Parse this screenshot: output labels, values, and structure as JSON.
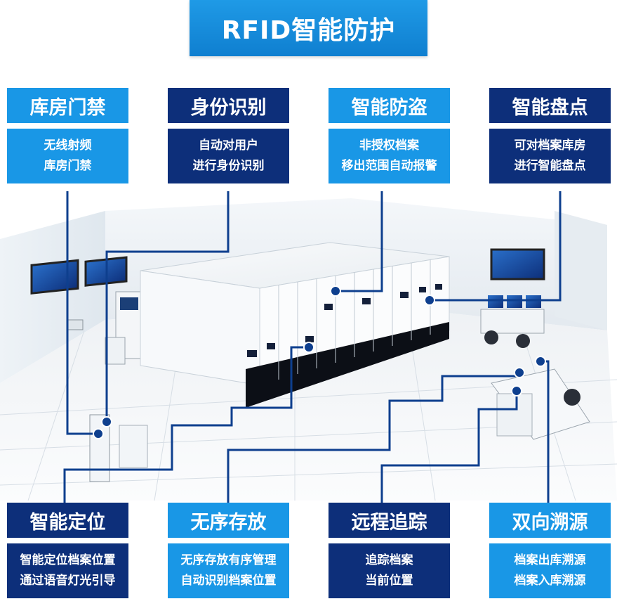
{
  "title": "RFID智能防护",
  "colors": {
    "dark_blue": "#0d2f7a",
    "light_blue": "#1997e6",
    "connector": "#0e3f8e"
  },
  "top_features": [
    {
      "title": "库房门禁",
      "lines": [
        "无线射频",
        "库房门禁"
      ],
      "style": "light"
    },
    {
      "title": "身份识别",
      "lines": [
        "自动对用户",
        "进行身份识别"
      ],
      "style": "dark"
    },
    {
      "title": "智能防盗",
      "lines": [
        "非授权档案",
        "移出范围自动报警"
      ],
      "style": "light"
    },
    {
      "title": "智能盘点",
      "lines": [
        "可对档案库房",
        "进行智能盘点"
      ],
      "style": "dark"
    }
  ],
  "bottom_features": [
    {
      "title": "智能定位",
      "lines": [
        "智能定位档案位置",
        "通过语音灯光引导"
      ],
      "style": "dark"
    },
    {
      "title": "无序存放",
      "lines": [
        "无序存放有序管理",
        "自动识别档案位置"
      ],
      "style": "light"
    },
    {
      "title": "远程追踪",
      "lines": [
        "追踪档案",
        "当前位置"
      ],
      "style": "dark"
    },
    {
      "title": "双向溯源",
      "lines": [
        "档案出库溯源",
        "档案入库溯源"
      ],
      "style": "light"
    }
  ]
}
